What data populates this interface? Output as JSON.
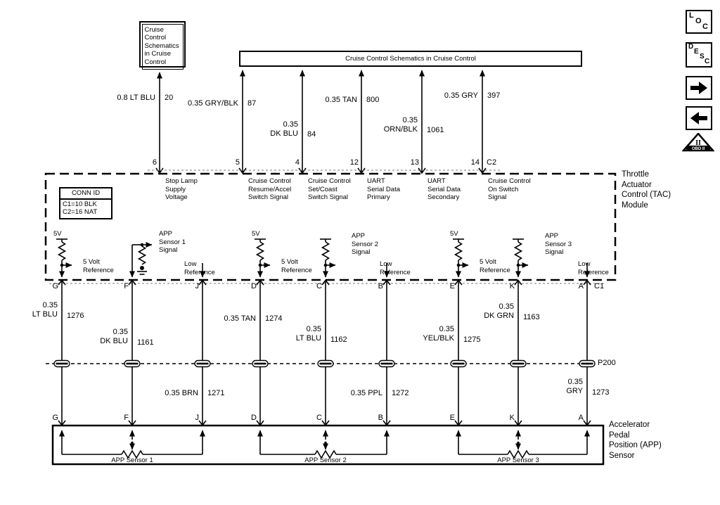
{
  "diagram": {
    "top_left_box": "Cruise\nControl\nSchematics\nin Cruise\nControl",
    "top_bar": "Cruise Control Schematics in Cruise Control",
    "tac_label": "Throttle\nActuator\nControl (TAC)\nModule",
    "app_label": "Accelerator\nPedal\nPosition (APP)\nSensor",
    "p200": "P200",
    "c2": "C2",
    "c1": "C1"
  },
  "conn_id": {
    "header": "CONN ID",
    "rows": [
      "C1=10 BLK",
      "C2=16 NAT"
    ]
  },
  "top_wires": [
    {
      "label": "0.8 LT BLU",
      "circuit": "20",
      "pin": "6",
      "desc": "Stop Lamp\nSupply\nVoltage"
    },
    {
      "label": "0.35 GRY/BLK",
      "circuit": "87",
      "pin": "5",
      "desc": "Cruise Control\nResume/Accel\nSwitch Signal"
    },
    {
      "label": "0.35\nDK BLU",
      "circuit": "84",
      "pin": "4",
      "desc": "Cruise Control\nSet/Coast\nSwitch Signal"
    },
    {
      "label": "0.35 TAN",
      "circuit": "800",
      "pin": "12",
      "desc": "UART\nSerial Data\nPrimary"
    },
    {
      "label": "0.35\nORN/BLK",
      "circuit": "1061",
      "pin": "13",
      "desc": "UART\nSerial Data\nSecondary"
    },
    {
      "label": "0.35 GRY",
      "circuit": "397",
      "pin": "14",
      "desc": "Cruise Control\nOn Switch\nSignal"
    }
  ],
  "module_internals": {
    "v5": "5V",
    "five_volt_ref": "5 Volt\nReference",
    "low_ref": "Low\nReference",
    "app1": "APP\nSensor 1\nSignal",
    "app2": "APP\nSensor 2\nSignal",
    "app3": "APP\nSensor 3\nSignal"
  },
  "bottom_wires": [
    {
      "pin": "G",
      "label": "0.35\nLT BLU",
      "circuit": "1276"
    },
    {
      "pin": "F",
      "label": "0.35\nDK BLU",
      "circuit": "1161"
    },
    {
      "pin": "J",
      "label": "0.35 BRN",
      "circuit": "1271"
    },
    {
      "pin": "D",
      "label": "0.35 TAN",
      "circuit": "1274"
    },
    {
      "pin": "C",
      "label": "0.35\nLT BLU",
      "circuit": "1162"
    },
    {
      "pin": "B",
      "label": "0.35 PPL",
      "circuit": "1272"
    },
    {
      "pin": "E",
      "label": "0.35\nYEL/BLK",
      "circuit": "1275"
    },
    {
      "pin": "K",
      "label": "0.35\nDK GRN",
      "circuit": "1163"
    },
    {
      "pin": "A",
      "label": "0.35\nGRY",
      "circuit": "1273"
    }
  ],
  "app_sensors": [
    "APP Sensor 1",
    "APP Sensor 2",
    "APP Sensor 3"
  ],
  "side_icons": {
    "loc": [
      "L",
      "O",
      "C"
    ],
    "desc": [
      "D",
      "E",
      "S",
      "C"
    ],
    "obd": {
      "numeral": "II",
      "label": "OBD II"
    }
  }
}
